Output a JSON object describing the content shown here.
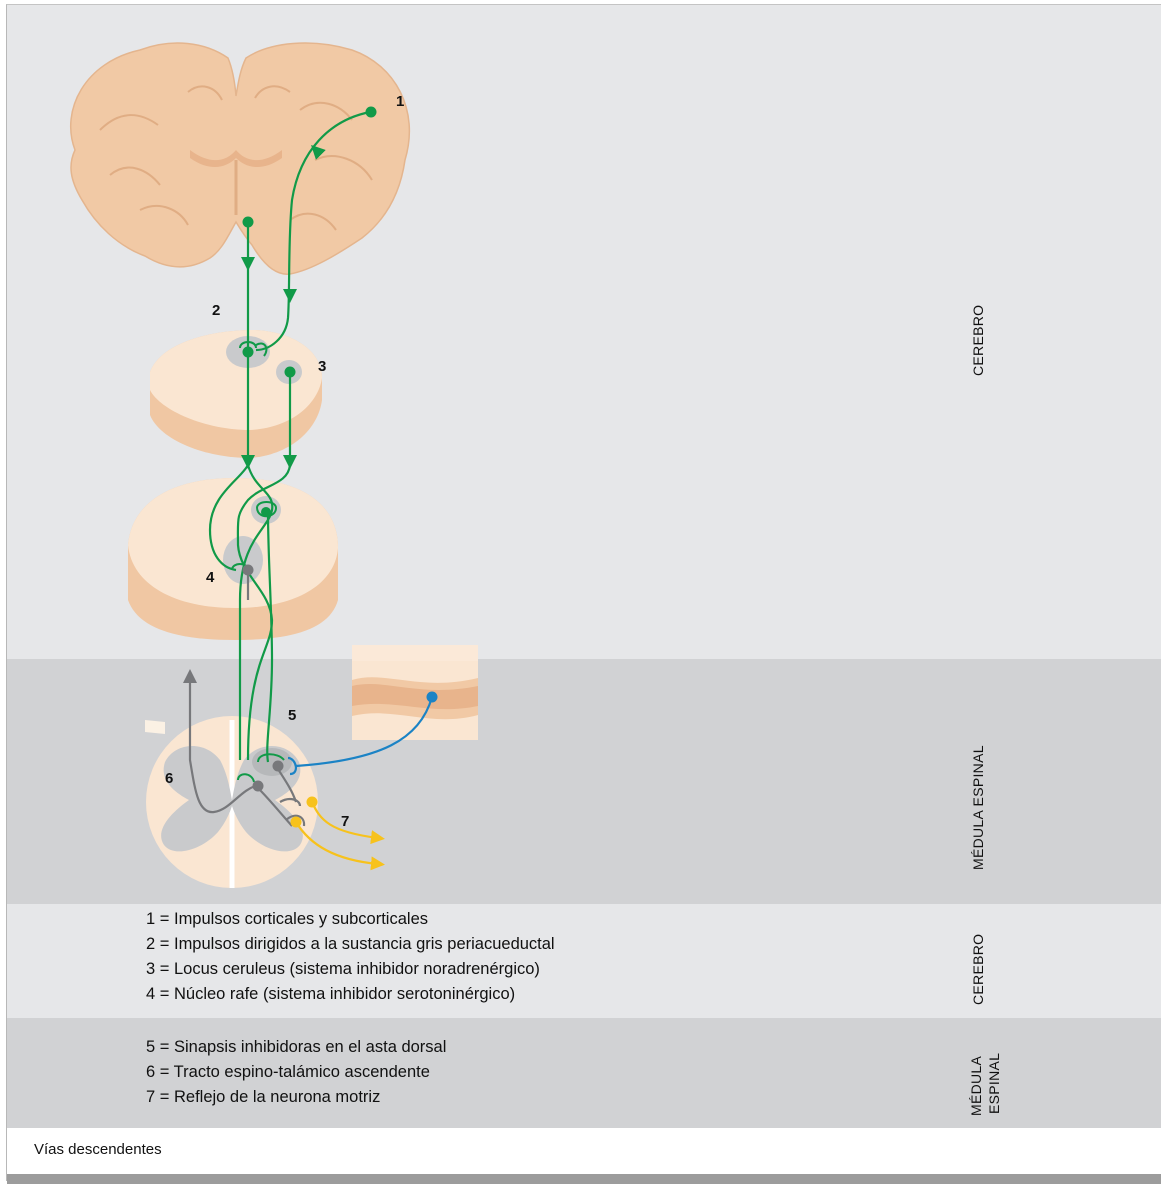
{
  "colors": {
    "band_light": "#e6e7e9",
    "band_dark": "#d1d2d4",
    "tissue": "#f1c9a5",
    "tissue_light": "#fae6d2",
    "green_path": "#119a48",
    "gray_path": "#77787b",
    "blue_path": "#1b83c5",
    "yellow_path": "#f7c21c"
  },
  "diagram": {
    "region_labels": {
      "brain": "CEREBRO",
      "spinal_cord": "MÉDULA ESPINAL"
    },
    "markers": [
      "1",
      "2",
      "3",
      "4",
      "5",
      "6",
      "7"
    ]
  },
  "legend": {
    "brain_group_label": "CEREBRO",
    "brain_items": [
      "1 = Impulsos corticales y subcorticales",
      "2 = Impulsos dirigidos a la sustancia gris periacueductal",
      "3 = Locus ceruleus (sistema inhibidor noradrenérgico)",
      "4 = Núcleo rafe (sistema inhibidor serotoninérgico)"
    ],
    "spine_group_label_line1": "MÉDULA",
    "spine_group_label_line2": "ESPINAL",
    "spine_items": [
      "5 = Sinapsis inhibidoras en el asta dorsal",
      "6 = Tracto espino-talámico ascendente",
      "7 = Reflejo de la neurona motriz"
    ]
  },
  "caption": "Vías descendentes"
}
